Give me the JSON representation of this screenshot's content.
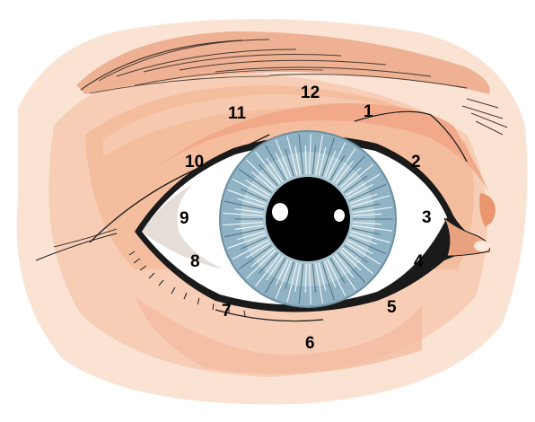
{
  "diagram": {
    "labels": [
      "1",
      "2",
      "3",
      "4",
      "5",
      "6",
      "7",
      "8",
      "9",
      "10",
      "11",
      "12"
    ]
  },
  "colors": {
    "background": "#ffffff",
    "skin_light": "#f9dccb",
    "skin_mid": "#f4c3a8",
    "skin_dark": "#eeab8c",
    "brow": "#f0b89c",
    "sclera": "#ffffff",
    "iris": "#8fb2c4",
    "iris_inner": "#a9c6d3",
    "pupil": "#000000",
    "caruncle": "#e9966f",
    "outline": "#1a1a1a"
  }
}
